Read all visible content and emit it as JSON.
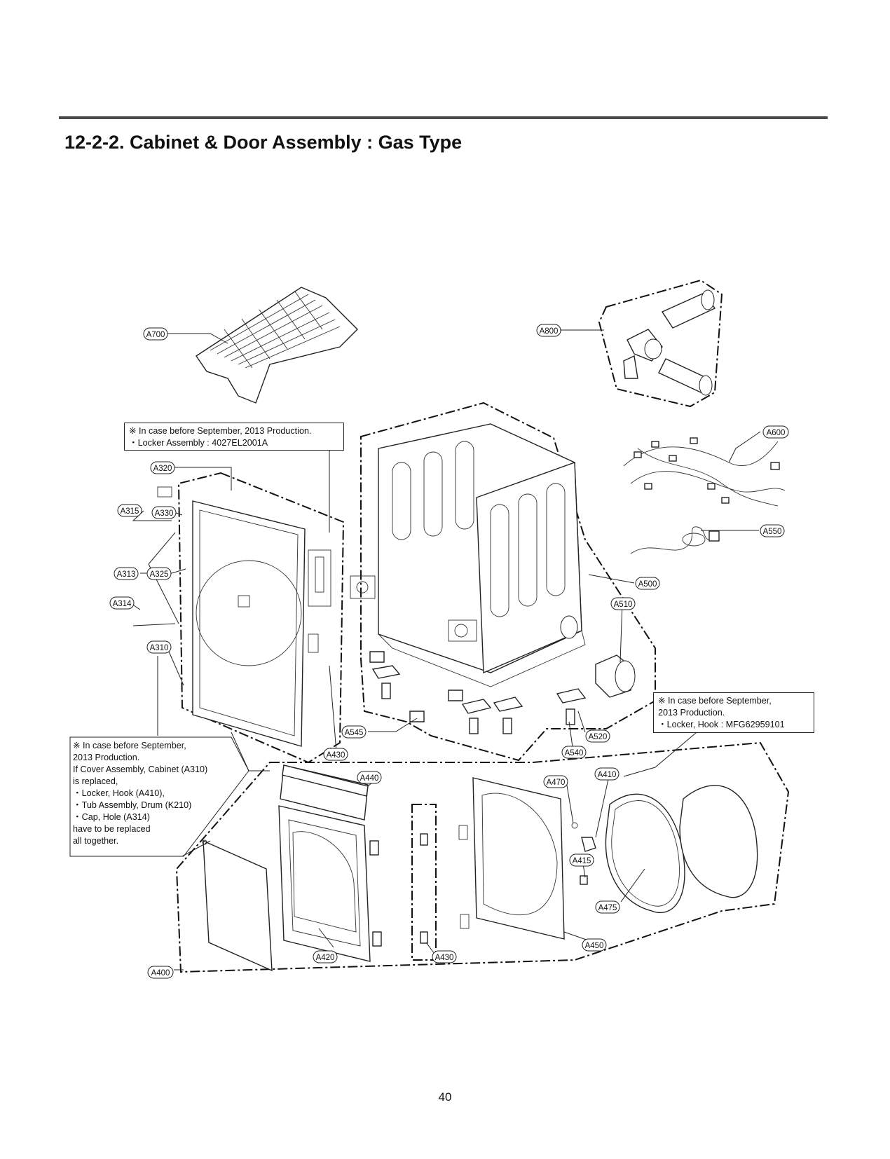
{
  "header": {
    "title": "12-2-2. Cabinet & Door Assembly : Gas Type"
  },
  "footer": {
    "page_number": "40"
  },
  "notes": {
    "locker_assembly": {
      "lines": [
        "※ In case before September, 2013 Production.",
        "・Locker Assembly : 4027EL2001A"
      ]
    },
    "cover_assembly": {
      "lines": [
        "※ In case before September,",
        "2013 Production.",
        "If Cover Assembly, Cabinet (A310)",
        "is replaced,",
        "・Locker, Hook (A410),",
        "・Tub Assembly, Drum (K210)",
        "・Cap, Hole (A314)",
        "have to be replaced",
        "all together."
      ]
    },
    "locker_hook": {
      "lines": [
        "※ In case before September,",
        "2013 Production.",
        "・Locker, Hook : MFG62959101"
      ]
    }
  },
  "callouts": {
    "a700": "A700",
    "a800": "A800",
    "a600": "A600",
    "a550": "A550",
    "a500": "A500",
    "a510": "A510",
    "a320": "A320",
    "a315": "A315",
    "a330": "A330",
    "a313": "A313",
    "a325": "A325",
    "a314": "A314",
    "a310": "A310",
    "a545": "A545",
    "a430_top": "A430",
    "a520": "A520",
    "a540": "A540",
    "a440": "A440",
    "a470": "A470",
    "a410": "A410",
    "a415": "A415",
    "a475": "A475",
    "a450": "A450",
    "a420": "A420",
    "a430_bottom": "A430",
    "a400": "A400"
  }
}
